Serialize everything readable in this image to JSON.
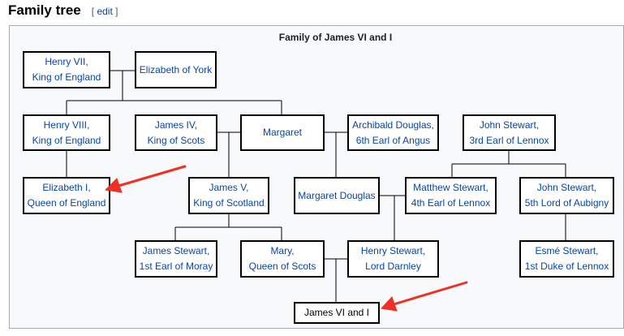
{
  "section": {
    "title": "Family tree",
    "edit_open": "[ ",
    "edit_label": "edit",
    "edit_close": " ]"
  },
  "tree": {
    "title": "Family of James VI and I",
    "nodes": {
      "henry_vii": {
        "line1": "Henry VII,",
        "line2": "King of England"
      },
      "elizabeth_york": {
        "line1": "Elizabeth of York",
        "line2": ""
      },
      "henry_viii": {
        "line1": "Henry VIII,",
        "line2": "King of England"
      },
      "james_iv": {
        "line1": "James IV,",
        "line2": "King of Scots"
      },
      "margaret": {
        "line1": "Margaret",
        "line2": ""
      },
      "archibald_douglas": {
        "line1": "Archibald Douglas,",
        "line2": "6th Earl of Angus"
      },
      "john_stewart_lennox": {
        "line1": "John Stewart,",
        "line2": "3rd Earl of Lennox"
      },
      "elizabeth_i": {
        "line1": "Elizabeth I,",
        "line2": "Queen of England"
      },
      "james_v": {
        "line1": "James V,",
        "line2": "King of Scotland"
      },
      "margaret_douglas": {
        "line1": "Margaret Douglas",
        "line2": ""
      },
      "matthew_stewart": {
        "line1": "Matthew Stewart,",
        "line2": "4th Earl of Lennox"
      },
      "john_stewart_aubigny": {
        "line1": "John Stewart,",
        "line2": "5th Lord of Aubigny"
      },
      "james_stewart_moray": {
        "line1": "James Stewart,",
        "line2": "1st Earl of Moray"
      },
      "mary": {
        "line1": "Mary,",
        "line2": "Queen of Scots"
      },
      "henry_stewart": {
        "line1": "Henry Stewart,",
        "line2": "Lord Darnley"
      },
      "esme_stewart": {
        "line1": "Esmé Stewart,",
        "line2": "1st Duke of Lennox"
      },
      "james_vi": {
        "line1": "James VI and I",
        "line2": ""
      }
    }
  },
  "colors": {
    "link": "#0645ad",
    "frame_border": "#a2a9b1",
    "frame_background": "#f8f9fa",
    "annotation_arrow": "#ee3124"
  }
}
